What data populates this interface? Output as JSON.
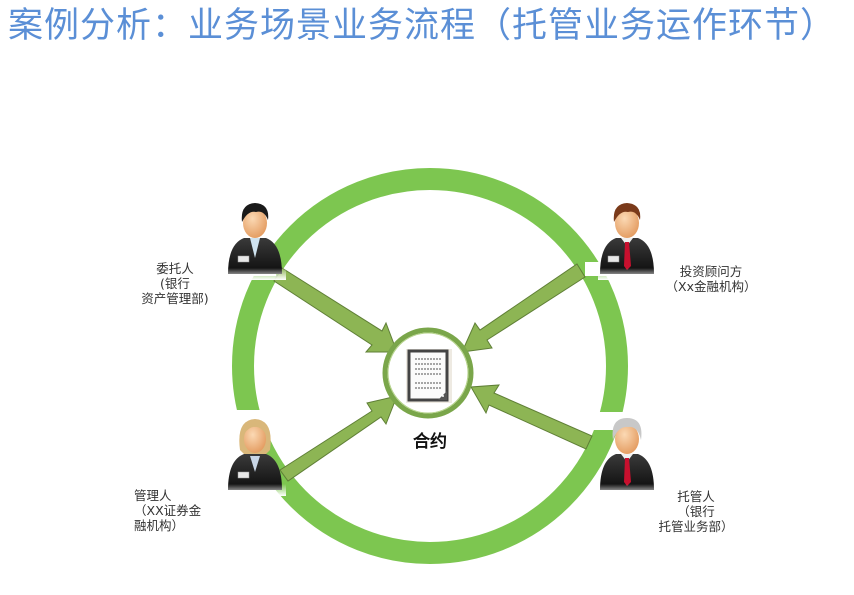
{
  "title": "案例分析：业务场景业务流程（托管业务运作环节）",
  "center": {
    "label": "合约",
    "icon": "contract-document-icon"
  },
  "parties": [
    {
      "id": "principal",
      "label": "委托人\n(银行\n资产管理部)",
      "icon": "businessman-black-hair-icon"
    },
    {
      "id": "advisor",
      "label": "投资顾问方\n（Xx金融机构）",
      "icon": "businessman-brown-hair-red-tie-icon"
    },
    {
      "id": "manager",
      "label": "管理人\n（XX证券金\n融机构）",
      "icon": "businesswoman-blonde-icon"
    },
    {
      "id": "custodian",
      "label": "托管人\n（银行\n托管业务部）",
      "icon": "businessman-gray-hair-red-tie-icon"
    }
  ],
  "colors": {
    "title": "#5b8fd6",
    "ring": "#7dc650",
    "arrow_fill": "#8db554",
    "arrow_stroke": "#5f7f36",
    "center_ring": "#7aa64a"
  }
}
